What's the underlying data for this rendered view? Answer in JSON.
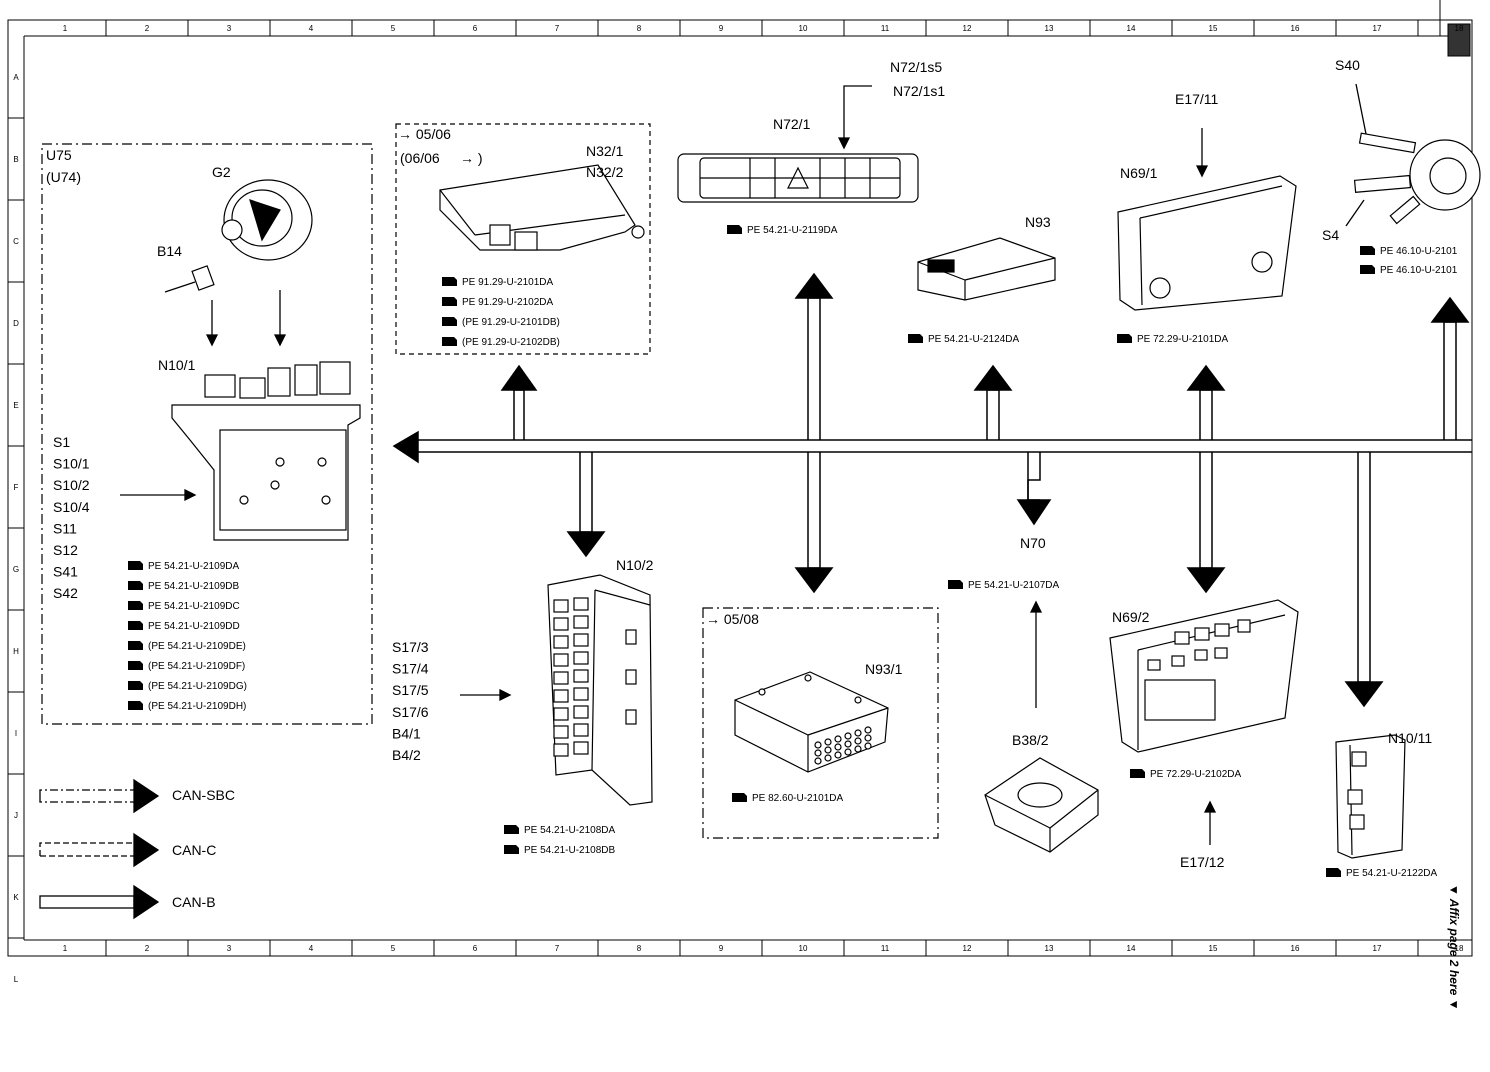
{
  "grid": {
    "columns": [
      "1",
      "2",
      "3",
      "4",
      "5",
      "6",
      "7",
      "8",
      "9",
      "10",
      "11",
      "12",
      "13",
      "14",
      "15",
      "16",
      "17",
      "18"
    ],
    "rows": [
      "A",
      "B",
      "C",
      "D",
      "E",
      "F",
      "G",
      "H",
      "I",
      "J",
      "K",
      "L"
    ]
  },
  "groups": {
    "u75": {
      "label": "U75",
      "alt": "(U74)"
    },
    "n32_box": {
      "ref": "→ 05/06",
      "ref_alt": "(06/06",
      "ref_alt_arrow": "→ )"
    },
    "n93_1_box": {
      "ref": "→ 05/08"
    }
  },
  "components": {
    "g2": "G2",
    "b14": "B14",
    "n10_1": "N10/1",
    "n32_1": "N32/1",
    "n32_2": "N32/2",
    "n72_1": "N72/1",
    "n72_1s5": "N72/1s5",
    "n72_1s1": "N72/1s1",
    "n93": "N93",
    "e17_11": "E17/11",
    "n69_1": "N69/1",
    "s40": "S40",
    "s4": "S4",
    "n10_2": "N10/2",
    "n70": "N70",
    "n93_1": "N93/1",
    "n69_2": "N69/2",
    "b38_2": "B38/2",
    "n10_11": "N10/11",
    "e17_12": "E17/12"
  },
  "switch_list_left": [
    "S1",
    "S10/1",
    "S10/2",
    "S10/4",
    "S11",
    "S12",
    "S41",
    "S42"
  ],
  "switch_list_mid": [
    "S17/3",
    "S17/4",
    "S17/5",
    "S17/6",
    "B4/1",
    "B4/2"
  ],
  "references": {
    "n10_1": [
      "PE 54.21-U-2109DA",
      "PE 54.21-U-2109DB",
      "PE 54.21-U-2109DC",
      "PE 54.21-U-2109DD",
      "(PE 54.21-U-2109DE)",
      "(PE 54.21-U-2109DF)",
      "(PE 54.21-U-2109DG)",
      "(PE 54.21-U-2109DH)"
    ],
    "n32": [
      "PE 91.29-U-2101DA",
      "PE 91.29-U-2102DA",
      "(PE 91.29-U-2101DB)",
      "(PE 91.29-U-2102DB)"
    ],
    "n72_1": [
      "PE 54.21-U-2119DA"
    ],
    "n93": [
      "PE 54.21-U-2124DA"
    ],
    "n69_1": [
      "PE 72.29-U-2101DA"
    ],
    "s4": [
      "PE 46.10-U-2101",
      "PE 46.10-U-2101"
    ],
    "n70": [
      "PE 54.21-U-2107DA"
    ],
    "n10_2": [
      "PE 54.21-U-2108DA",
      "PE 54.21-U-2108DB"
    ],
    "n93_1": [
      "PE 82.60-U-2101DA"
    ],
    "n69_2": [
      "PE 72.29-U-2102DA"
    ],
    "n10_11": [
      "PE 54.21-U-2122DA"
    ]
  },
  "legend": [
    {
      "label": "CAN-SBC",
      "style": "dash-dot"
    },
    {
      "label": "CAN-C",
      "style": "dashed"
    },
    {
      "label": "CAN-B",
      "style": "double-line"
    }
  ],
  "affix_note": "▼ Affix page 2 here ▼"
}
